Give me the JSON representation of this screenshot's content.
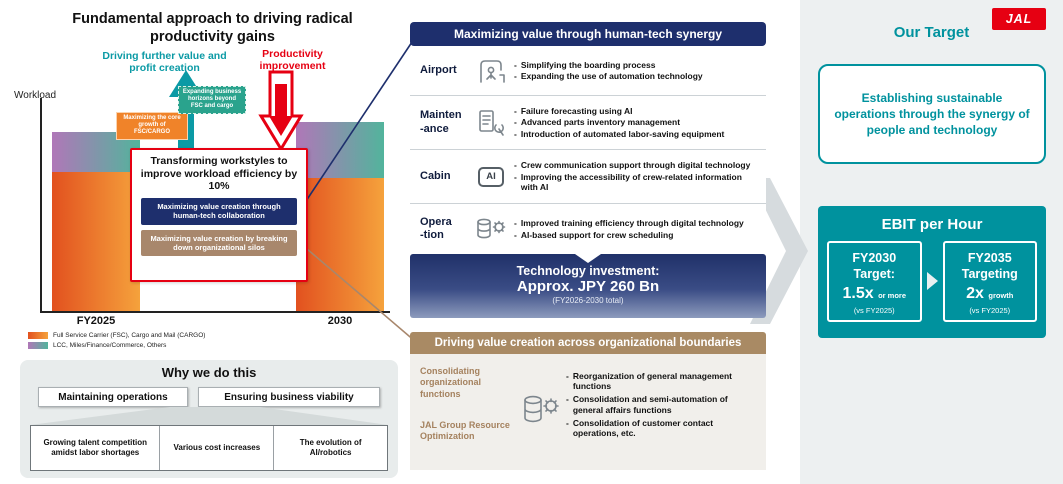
{
  "logo": {
    "text": "JAL"
  },
  "colors": {
    "navy": "#1e2f6d",
    "teal": "#00929e",
    "red": "#e60012",
    "brown": "#a8876c",
    "orange": "#f08329"
  },
  "left": {
    "title": "Fundamental approach to driving radical productivity gains",
    "chart": {
      "ylabel": "Workload",
      "x_labels": [
        "FY2025",
        "2030"
      ],
      "up_arrow_label": "Driving further value and profit creation",
      "down_arrow_label": "Productivity improvement",
      "orange_tag": "Maximizing the core growth of FSC/CARGO",
      "teal_tag": "Expanding business horizons beyond FSC and cargo",
      "legend": [
        {
          "label": "Full Service Carrier (FSC), Cargo and Mail (CARGO)"
        },
        {
          "label": "LCC, Miles/Finance/Commerce, Others"
        }
      ]
    },
    "callout": {
      "title": "Transforming workstyles to improve workload efficiency by 10%",
      "human_tech": "Maximizing value creation through human-tech collaboration",
      "silos": "Maximizing value creation by breaking down organizational silos"
    },
    "why": {
      "title": "Why we do this",
      "tags": [
        "Maintaining operations",
        "Ensuring business viability"
      ],
      "drivers": [
        "Growing talent competition amidst labor shortages",
        "Various cost increases",
        "The evolution of AI/robotics"
      ]
    }
  },
  "middle": {
    "header": "Maximizing value through human-tech synergy",
    "rows": [
      {
        "label": "Airport",
        "bullets": [
          "Simplifying the boarding process",
          "Expanding the use of automation technology"
        ]
      },
      {
        "label": "Mainten\n-ance",
        "bullets": [
          "Failure forecasting using AI",
          "Advanced parts inventory management",
          "Introduction of automated labor-saving equipment"
        ]
      },
      {
        "label": "Cabin",
        "icon_text": "AI",
        "bullets": [
          "Crew communication support through digital technology",
          "Improving the accessibility of crew-related information with AI"
        ]
      },
      {
        "label": "Opera\n-tion",
        "bullets": [
          "Improved training efficiency through digital technology",
          "AI-based support for crew scheduling"
        ]
      }
    ],
    "investment": {
      "line1": "Technology investment:",
      "line2": "Approx. JPY 260 Bn",
      "line3": "(FY2026-2030 total)"
    },
    "org": {
      "header": "Driving value creation across organizational boundaries",
      "labels": [
        "Consolidating organizational functions",
        "JAL Group Resource Optimization"
      ],
      "bullets": [
        "Reorganization of general management functions",
        "Consolidation and semi-automation of general affairs functions",
        "Consolidation of customer contact operations, etc."
      ]
    }
  },
  "right": {
    "title": "Our Target",
    "statement": "Establishing sustainable operations through the synergy of people and technology",
    "ebit": {
      "title": "EBIT per Hour",
      "boxes": [
        {
          "line1": "FY2030",
          "line2": "Target:",
          "big": "1.5x",
          "suffix": "or more",
          "note": "(vs FY2025)"
        },
        {
          "line1": "FY2035",
          "line2": "Targeting",
          "big": "2x",
          "suffix": "growth",
          "note": "(vs FY2025)"
        }
      ]
    }
  }
}
